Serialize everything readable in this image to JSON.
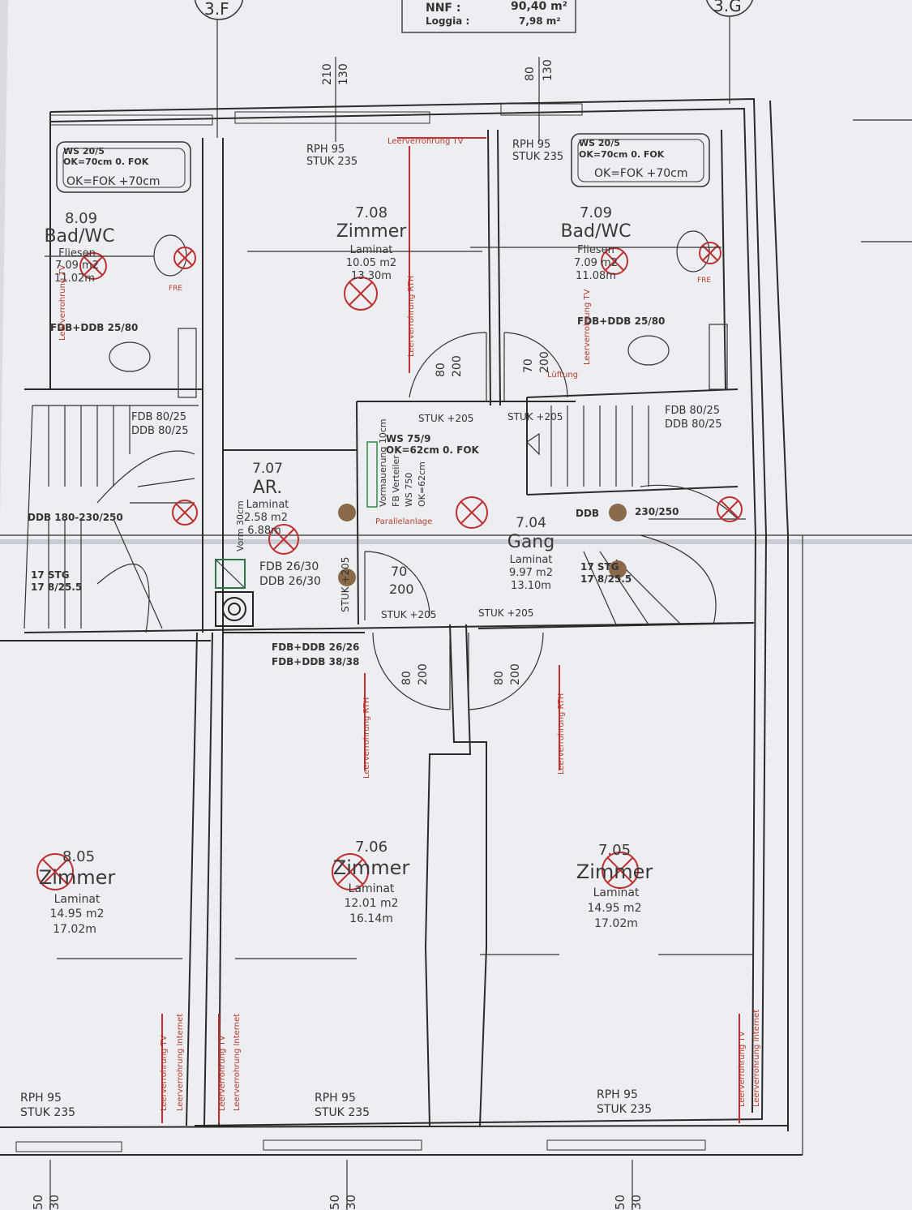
{
  "header_box": {
    "nnf_label": "NNF :",
    "nnf_value": "90,40 m²",
    "loggia_label": "Loggia :",
    "loggia_value": "7,98 m²"
  },
  "axes": {
    "left": "3.F",
    "right": "3.G"
  },
  "dims": {
    "top_left": [
      "210",
      "130"
    ],
    "top_right": [
      "80",
      "130"
    ],
    "bottom_left": [
      "50",
      "30"
    ],
    "bottom_mid": [
      "50",
      "30"
    ],
    "bottom_right": [
      "50",
      "30"
    ]
  },
  "rooms": [
    {
      "id": "8.09",
      "name": "Bad/WC",
      "floor": "Fliesen",
      "area": "7.09 m2",
      "perimeter": "11.02m"
    },
    {
      "id": "7.08",
      "name": "Zimmer",
      "floor": "Laminat",
      "area": "10.05 m2",
      "perimeter": "13.30m"
    },
    {
      "id": "7.09",
      "name": "Bad/WC",
      "floor": "Fliesen",
      "area": "7.09 m2",
      "perimeter": "11.08m"
    },
    {
      "id": "7.07",
      "name": "AR.",
      "floor": "Laminat",
      "area": "2.58 m2",
      "perimeter": "6.88m"
    },
    {
      "id": "7.04",
      "name": "Gang",
      "floor": "Laminat",
      "area": "9.97 m2",
      "perimeter": "13.10m"
    },
    {
      "id": "8.05",
      "name": "Zimmer",
      "floor": "Laminat",
      "area": "14.95 m2",
      "perimeter": "17.02m"
    },
    {
      "id": "7.06",
      "name": "Zimmer",
      "floor": "Laminat",
      "area": "12.01 m2",
      "perimeter": "16.14m"
    },
    {
      "id": "7.05",
      "name": "Zimmer",
      "floor": "Laminat",
      "area": "14.95 m2",
      "perimeter": "17.02m"
    }
  ],
  "heights": {
    "rph": "RPH 95",
    "stuk": "STUK 235",
    "stuk205": "STUK +205"
  },
  "labels": {
    "ws_left_1": "WS 20/5",
    "ws_left_2": "OK=70cm 0. FOK",
    "ws_left_3": "OK=FOK +70cm",
    "ws_right_1": "WS 20/5",
    "ws_right_2": "OK=70cm 0. FOK",
    "ws_right_3": "OK=FOK +70cm",
    "fdb_ddb_2580": "FDB+DDB 25/80",
    "fdb_8025": "FDB 80/25",
    "ddb_8025": "DDB 80/25",
    "ddb_180": "DDB 180-230/250",
    "ddb_right": "DDB",
    "ddb_right_2": "230/250",
    "stg_1": "17 STG",
    "stg_2": "17 8/25.5",
    "fdb_2630": "FDB 26/30",
    "ddb_2630": "DDB 26/30",
    "fdb_ddb_2626": "FDB+DDB 26/26",
    "fdb_ddb_3838": "FDB+DDB 38/38",
    "ws_75": "WS 75/9",
    "ws_75_ok": "OK=62cm 0. FOK",
    "vormauer": "Vormauerung 10cm",
    "fb_verteiler": "FB Verteiler",
    "ws_750": "WS 750",
    "ok_62": "OK=62cm",
    "parallelanlage": "Parallelanlage",
    "vorm_lbl": "Vorm 30cm",
    "leer_tv": "Leerverrohrung TV",
    "leer_rth": "Leerverrohrung RTH",
    "leer_internet": "Leerverrohrung Internet",
    "lueftung": "Lüftung",
    "fre": "FRE",
    "door_70": "70",
    "door_200": "200",
    "door_80": "80",
    "stuk_label": "STUK"
  }
}
